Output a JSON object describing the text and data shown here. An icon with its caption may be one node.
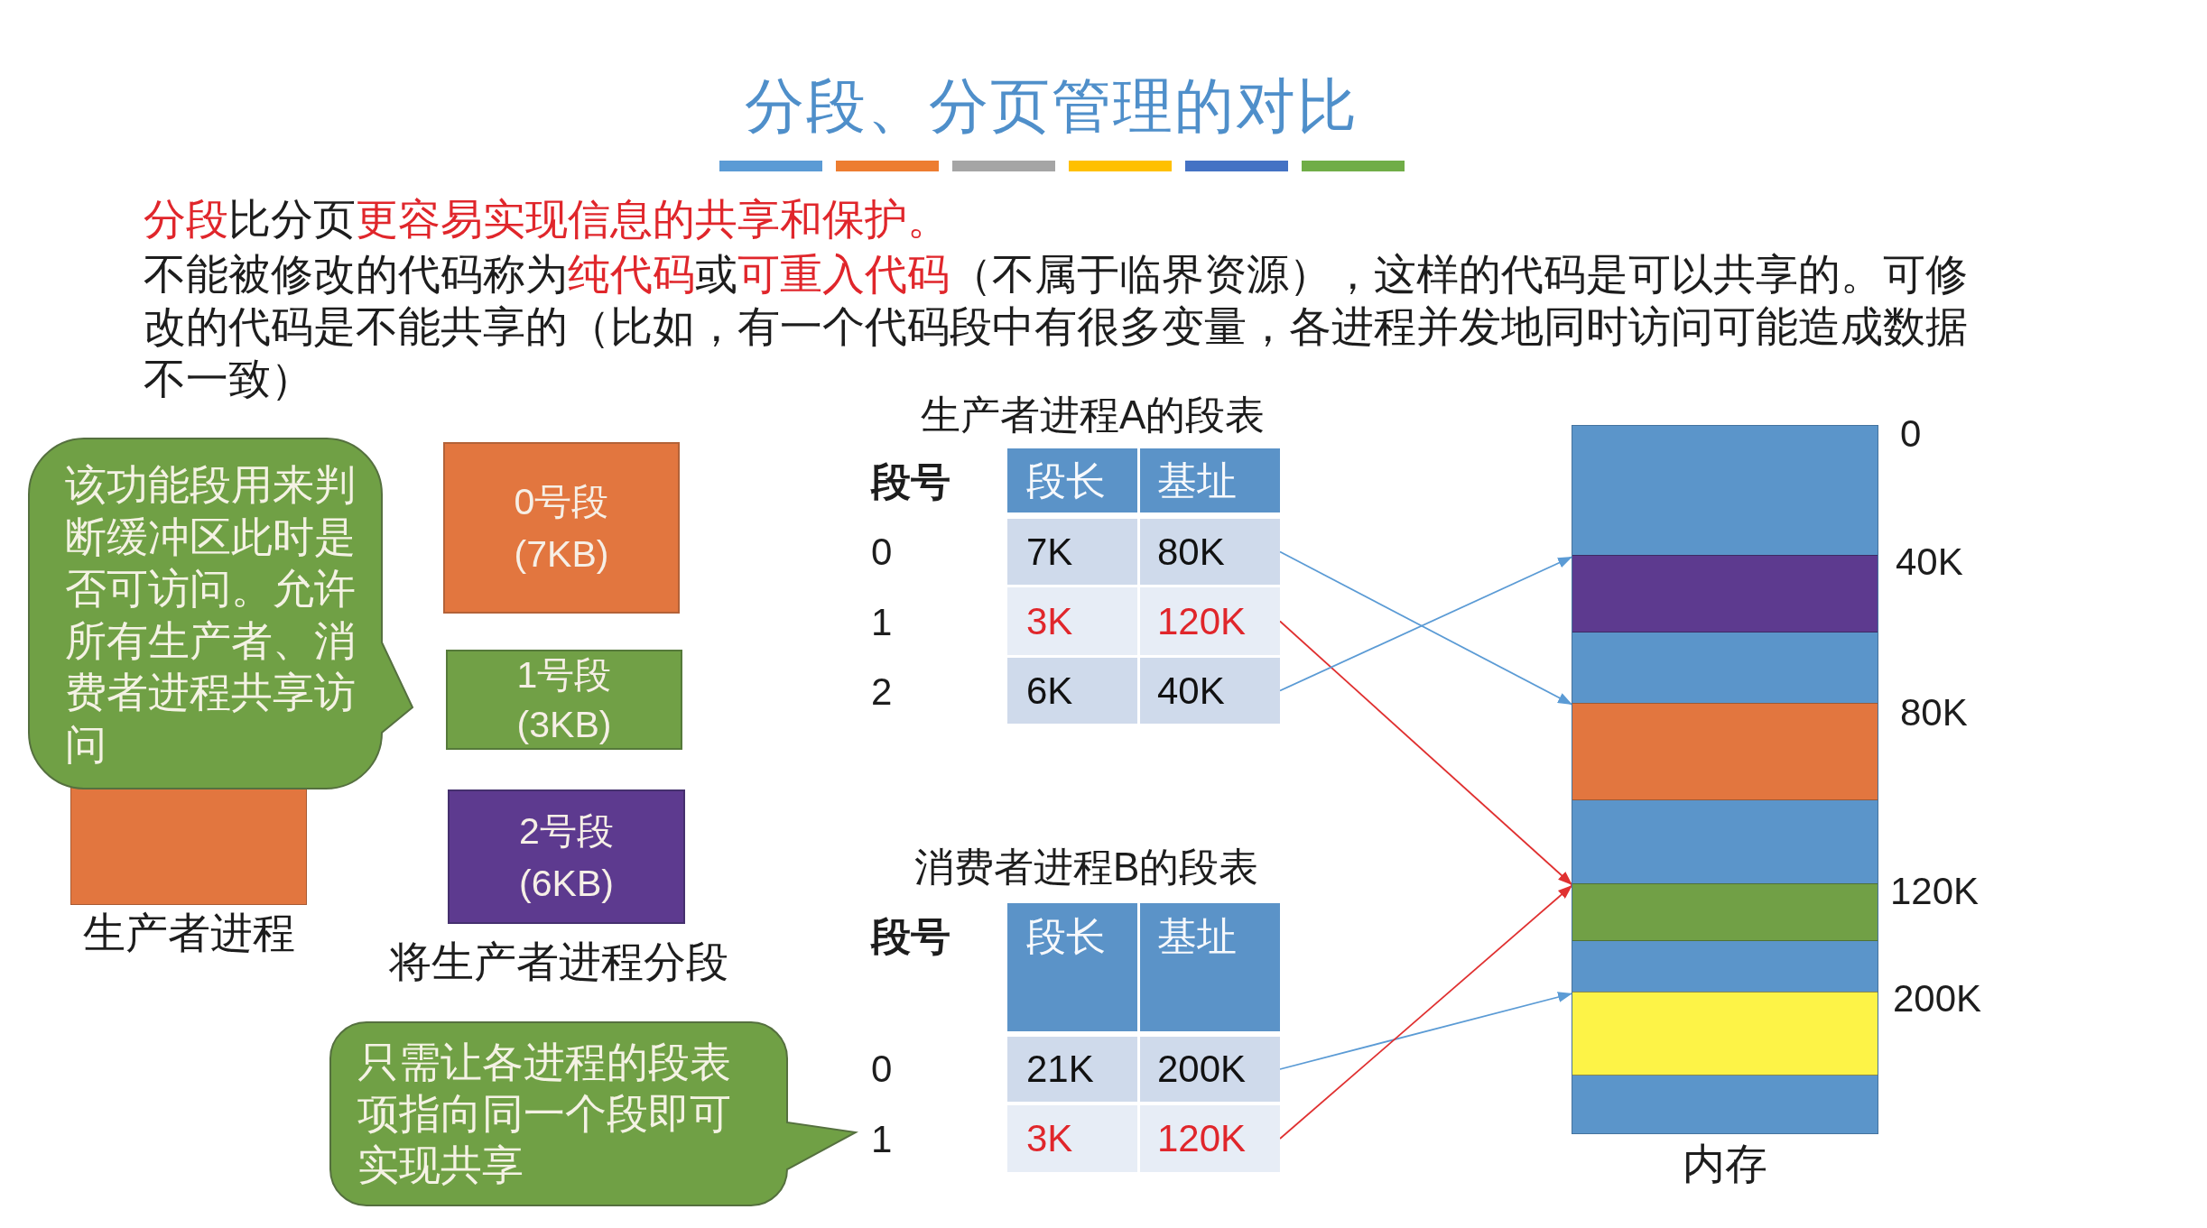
{
  "diagram": {
    "title": "分段、分页管理的对比",
    "nodes": [
      {
        "text": [
          "该功能段用来判断缓冲区此时是否可访问。允许所有生产者、消费者进程共享访问"
        ]
      },
      {
        "text": [
          "生产者进程"
        ]
      },
      {
        "text": [
          "0号段",
          "(7KB)"
        ]
      },
      {
        "text": [
          "1号段",
          "(3KB)"
        ]
      },
      {
        "text": [
          "2号段",
          "(6KB)"
        ]
      },
      {
        "text": [
          "段长",
          "基址"
        ]
      },
      {
        "text": [
          "7K",
          "80K"
        ]
      },
      {
        "text": [
          "3K",
          "120K"
        ]
      },
      {
        "text": [
          "6K",
          "40K"
        ]
      },
      {
        "text": [
          "只需让各进程的段表项指向同一个段即可实现共享"
        ]
      },
      {
        "text": [
          "段长",
          "基址"
        ]
      },
      {
        "text": [
          "21K",
          "200K"
        ]
      },
      {
        "text": [
          "3K",
          "120K"
        ]
      },
      {
        "text": [
          "内存"
        ]
      },
      {
        "text": [],
        "shape": "bar",
        "in": 13
      },
      {
        "text": [],
        "shape": "bar",
        "in": 13
      },
      {
        "text": [],
        "shape": "bar",
        "in": 13
      },
      {
        "text": [],
        "shape": "bar",
        "in": 13
      }
    ],
    "edges": [
      {
        "from": 6,
        "to": 15,
        "arrow": "to"
      },
      {
        "from": 7,
        "to": 16,
        "arrow": "to",
        "color": "#e03131"
      },
      {
        "from": 8,
        "to": 14,
        "arrow": "to"
      },
      {
        "from": 11,
        "to": 17,
        "arrow": "to"
      },
      {
        "from": 12,
        "to": 16,
        "arrow": "to",
        "color": "#e03131"
      }
    ],
    "labels": [
      "**分段**比分页**更容易实现信息的共享和保护。**",
      "不能被修改的代码称为**纯代码**或**可重入代码**（不属于临界资源），这样的代码是可以共享的。可修改的代码是不能共享的（比如，有一个代码段中有很多变量，各进程并发地同时访问可能造成数据不一致）",
      "将生产者进程分段",
      "生产者进程A的段表",
      "段号",
      "0",
      "1",
      "2",
      "消费者进程B的段表",
      "段号",
      "0",
      "1",
      "0",
      "40K",
      "80K",
      "120K",
      "200K"
    ]
  }
}
